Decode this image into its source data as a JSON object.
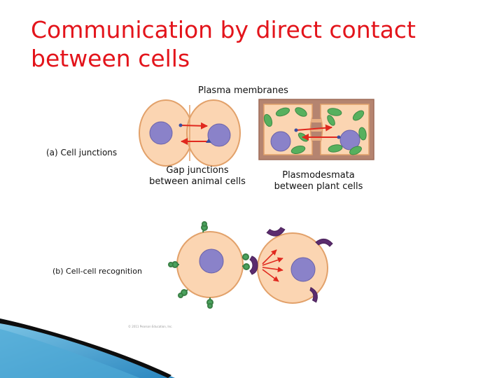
{
  "title": "Communication by direct contact between cells",
  "labels": {
    "plasma_membranes": "Plasma membranes",
    "cell_junctions": "(a) Cell junctions",
    "gap_junctions": "Gap junctions\nbetween animal cells",
    "plasmodesmata": "Plasmodesmata\nbetween plant cells",
    "cell_recognition": "(b) Cell-cell recognition",
    "copyright": "© 2011 Pearson Education, Inc."
  },
  "colors": {
    "title": "#e3141b",
    "cell_fill": "#fbd5b2",
    "cell_stroke": "#e2a16a",
    "nucleus": "#8a82c9",
    "wall": "#b58470",
    "chloroplast": "#57b05e",
    "arrow": "#e0281e",
    "receptor": "#5b2c6f",
    "marker": "#4aa25e"
  }
}
